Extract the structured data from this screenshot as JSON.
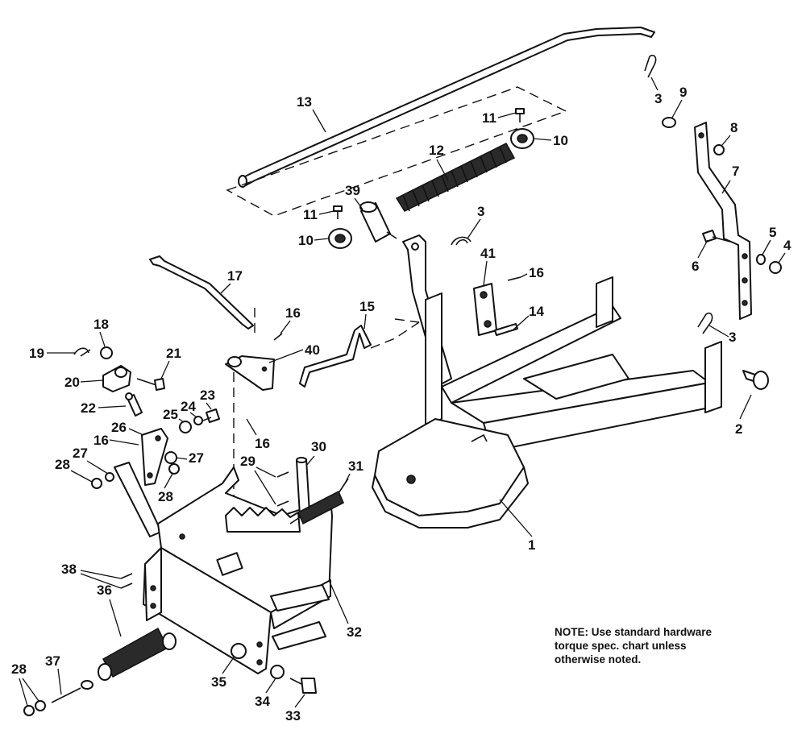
{
  "callouts": [
    "1",
    "2",
    "3",
    "4",
    "5",
    "6",
    "7",
    "8",
    "9",
    "10",
    "11",
    "12",
    "13",
    "14",
    "15",
    "16",
    "17",
    "18",
    "19",
    "20",
    "21",
    "22",
    "23",
    "24",
    "25",
    "26",
    "27",
    "28",
    "29",
    "30",
    "31",
    "32",
    "33",
    "34",
    "35",
    "36",
    "37",
    "38",
    "39",
    "40",
    "41"
  ],
  "note": {
    "lines": [
      "NOTE: Use standard hardware",
      "torque spec. chart unless",
      "otherwise noted."
    ]
  }
}
